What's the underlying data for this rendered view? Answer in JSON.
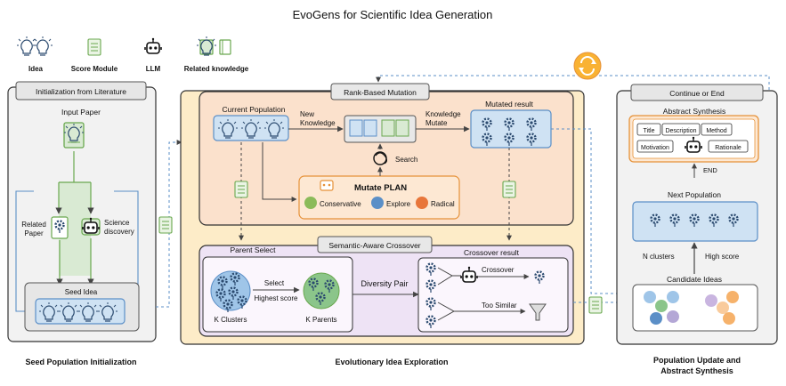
{
  "title": "EvoGens for Scientific Idea Generation",
  "legend": {
    "idea": "Idea",
    "score_module": "Score Module",
    "llm": "LLM",
    "related_knowledge": "Related knowledge"
  },
  "init": {
    "header": "Initialization from Literature",
    "input_paper": "Input Paper",
    "related_paper": [
      "Related",
      "Paper"
    ],
    "science_discovery": [
      "Science",
      "discovery"
    ],
    "seed_idea": "Seed Idea",
    "caption": "Seed Population Initialization"
  },
  "evo": {
    "mutation_header": "Rank-Based Mutation",
    "current_population": "Current Population",
    "new_knowledge": [
      "New",
      "Knowledge"
    ],
    "knowledge_mutate": [
      "Knowledge",
      "Mutate"
    ],
    "mutated_result": "Mutated result",
    "search": "Search",
    "mutate_plan": "Mutate PLAN",
    "conservative": "Conservative",
    "explore": "Explore",
    "radical": "Radical",
    "crossover_header": "Semantic-Aware Crossover",
    "parent_select": "Parent Select",
    "select": "Select",
    "highest_score": "Highest score",
    "k_clusters": "K Clusters",
    "k_parents": "K Parents",
    "diversity_pair": "Diversity Pair",
    "crossover_result": "Crossover result",
    "crossover": "Crossover",
    "too_similar": "Too Similar",
    "caption": "Evolutionary Idea Exploration"
  },
  "update": {
    "header": "Continue or End",
    "abstract_synthesis": "Abstract Synthesis",
    "fields": [
      "Title",
      "Description",
      "Method",
      "Motivation",
      "Rationale"
    ],
    "end": "END",
    "next_population": "Next Population",
    "n_clusters": "N clusters",
    "high_score": "High score",
    "candidate_ideas": "Candidate Ideas",
    "caption": [
      "Population Update and",
      "Abstract Synthesis"
    ]
  },
  "colors": {
    "blue_fill": "#cfe2f3",
    "blue_stroke": "#5b8fc7",
    "green_fill": "#d9ead3",
    "green_stroke": "#6aa84f",
    "orange_panel": "#fdecc8",
    "peach_box": "#fbe1cc",
    "purple_box": "#eee3f5",
    "gray_panel": "#f2f2f2"
  }
}
